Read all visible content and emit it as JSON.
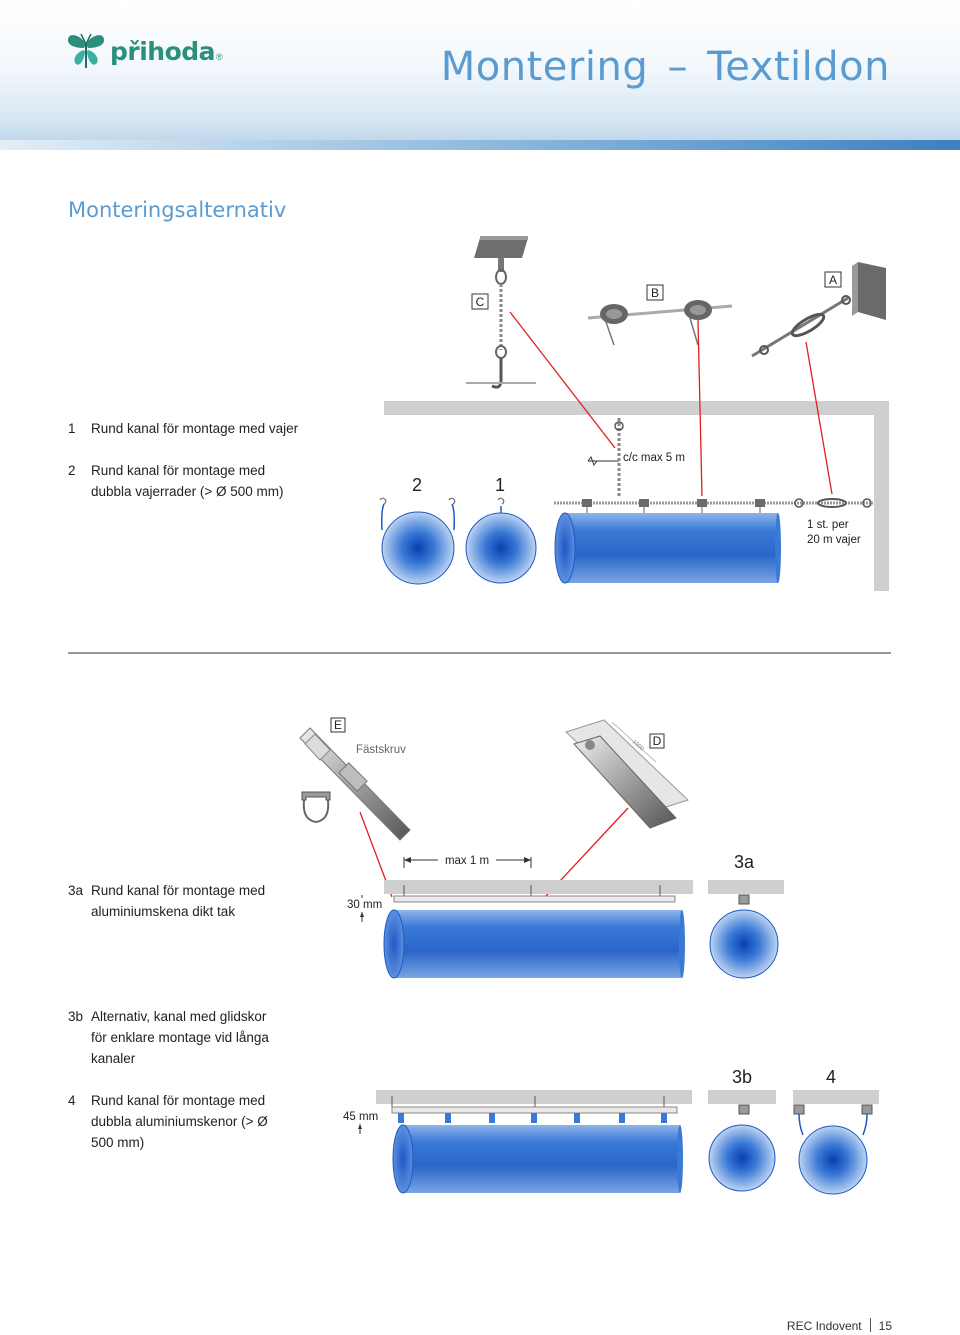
{
  "header": {
    "brand": "přihoda",
    "brand_reg": "®",
    "title_part1": "Montering",
    "title_dash": "–",
    "title_part2": "Textildon"
  },
  "section_title": "Monteringsalternativ",
  "items": [
    {
      "num": "1",
      "text": "Rund kanal för montage med vajer"
    },
    {
      "num": "2",
      "text": "Rund kanal för montage med dubbla vajerrader (> Ø 500 mm)"
    },
    {
      "num": "3a",
      "text": "Rund kanal för montage med aluminiumskena dikt tak"
    },
    {
      "num": "3b",
      "text": "Alternativ, kanal med glidskor för enklare montage vid långa kanaler"
    },
    {
      "num": "4",
      "text": "Rund kanal för montage med dubbla aluminiumskenor (> Ø 500 mm)"
    }
  ],
  "figure1": {
    "tag_c": "C",
    "tag_b": "B",
    "tag_a": "A",
    "label_2": "2",
    "label_1": "1",
    "spacing": "c/c max 5 m",
    "per_line1": "1 st. per",
    "per_line2": "20 m vajer"
  },
  "figure2": {
    "tag_e": "E",
    "tag_d": "D",
    "screw_label": "Fästskruv",
    "rail_length_mark": "1000",
    "max_label": "max 1 m",
    "label_3a": "3a",
    "gap_label": "30 mm"
  },
  "figure3": {
    "label_3b": "3b",
    "label_4": "4",
    "gap_label": "45 mm"
  },
  "footer": {
    "doc": "REC Indovent",
    "page": "15"
  },
  "colors": {
    "accent_blue": "#5a9bd1",
    "duct_blue": "#3a79d6",
    "brand_green": "#2a8f7d",
    "pointer_red": "#e02020",
    "ceiling_grey": "#cfcfcf"
  }
}
